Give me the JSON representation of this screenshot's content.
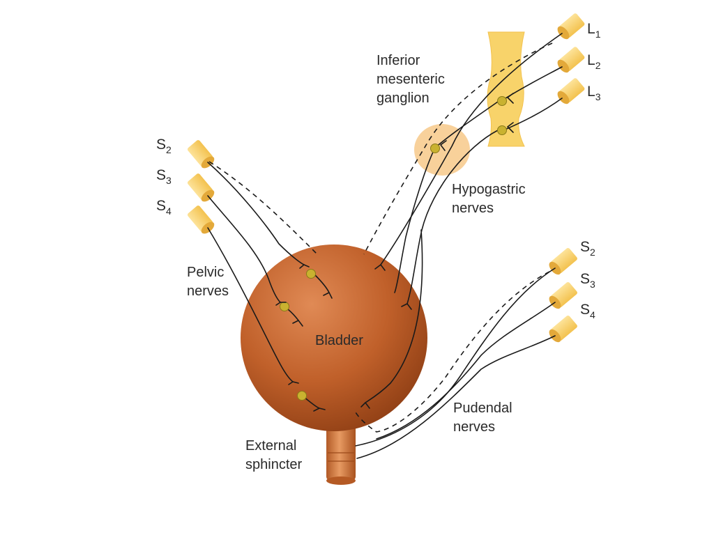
{
  "colors": {
    "bladder": "#c0602a",
    "nerve_root": "#f8d36a",
    "ganglion_halo": "#f6c77d",
    "ganglion_node": "#c9b230",
    "line": "#1a1a1a"
  },
  "labels": {
    "inferior_mesenteric_ganglion": [
      "Inferior",
      "mesenteric",
      "ganglion"
    ],
    "hypogastric_nerves": [
      "Hypogastric",
      "nerves"
    ],
    "pelvic_nerves": [
      "Pelvic",
      "nerves"
    ],
    "bladder": "Bladder",
    "external_sphincter": [
      "External",
      "sphincter"
    ],
    "pudendal_nerves": [
      "Pudendal",
      "nerves"
    ]
  },
  "segments": {
    "lumbar": [
      {
        "letter": "L",
        "sub": "1"
      },
      {
        "letter": "L",
        "sub": "2"
      },
      {
        "letter": "L",
        "sub": "3"
      }
    ],
    "sacral_left": [
      {
        "letter": "S",
        "sub": "2"
      },
      {
        "letter": "S",
        "sub": "3"
      },
      {
        "letter": "S",
        "sub": "4"
      }
    ],
    "sacral_right": [
      {
        "letter": "S",
        "sub": "2"
      },
      {
        "letter": "S",
        "sub": "3"
      },
      {
        "letter": "S",
        "sub": "4"
      }
    ]
  }
}
